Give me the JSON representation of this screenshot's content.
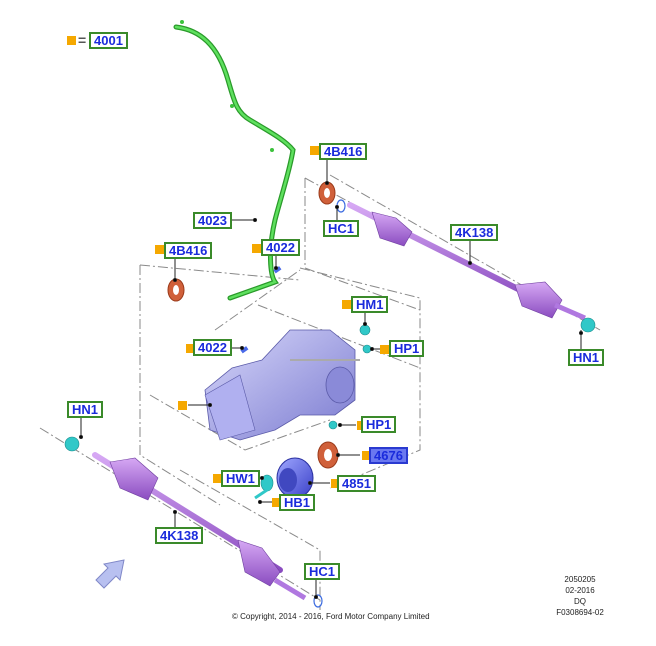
{
  "diagram": {
    "subject": "Rear drive unit and halfshafts exploded view",
    "legend": {
      "equals": "=",
      "part": "4001"
    },
    "callouts": {
      "c4001": "4001",
      "c4B416_right": "4B416",
      "c4B416_left": "4B416",
      "cHC1_right": "HC1",
      "c4K138_right": "4K138",
      "cHN1_right": "HN1",
      "c4023": "4023",
      "c4022_upper": "4022",
      "c4022_lower": "4022",
      "cHM1": "HM1",
      "cHP1_upper": "HP1",
      "cHP1_lower": "HP1",
      "c4676": "4676",
      "c4851": "4851",
      "cHW1": "HW1",
      "cHB1": "HB1",
      "cHN1_left": "HN1",
      "c4K138_left": "4K138",
      "cHC1_left": "HC1"
    },
    "highlighted_part": "4676",
    "colors": {
      "callout_border": "#3a8a2a",
      "callout_text": "#1a2bdc",
      "highlight_fill": "#6a78f0",
      "flag": "#f5a800",
      "breather_tube": "#3cc23c",
      "halfshaft": "#a868d8",
      "housing": "#9a9ae8",
      "seal": "#d0603a",
      "fastener": "#30c8c8"
    }
  },
  "footer": {
    "copyright": "© Copyright, 2014 - 2016, Ford Motor Company Limited",
    "code": "2050205",
    "date": "02-2016",
    "region": "DQ",
    "figure_id": "F0308694-02"
  }
}
